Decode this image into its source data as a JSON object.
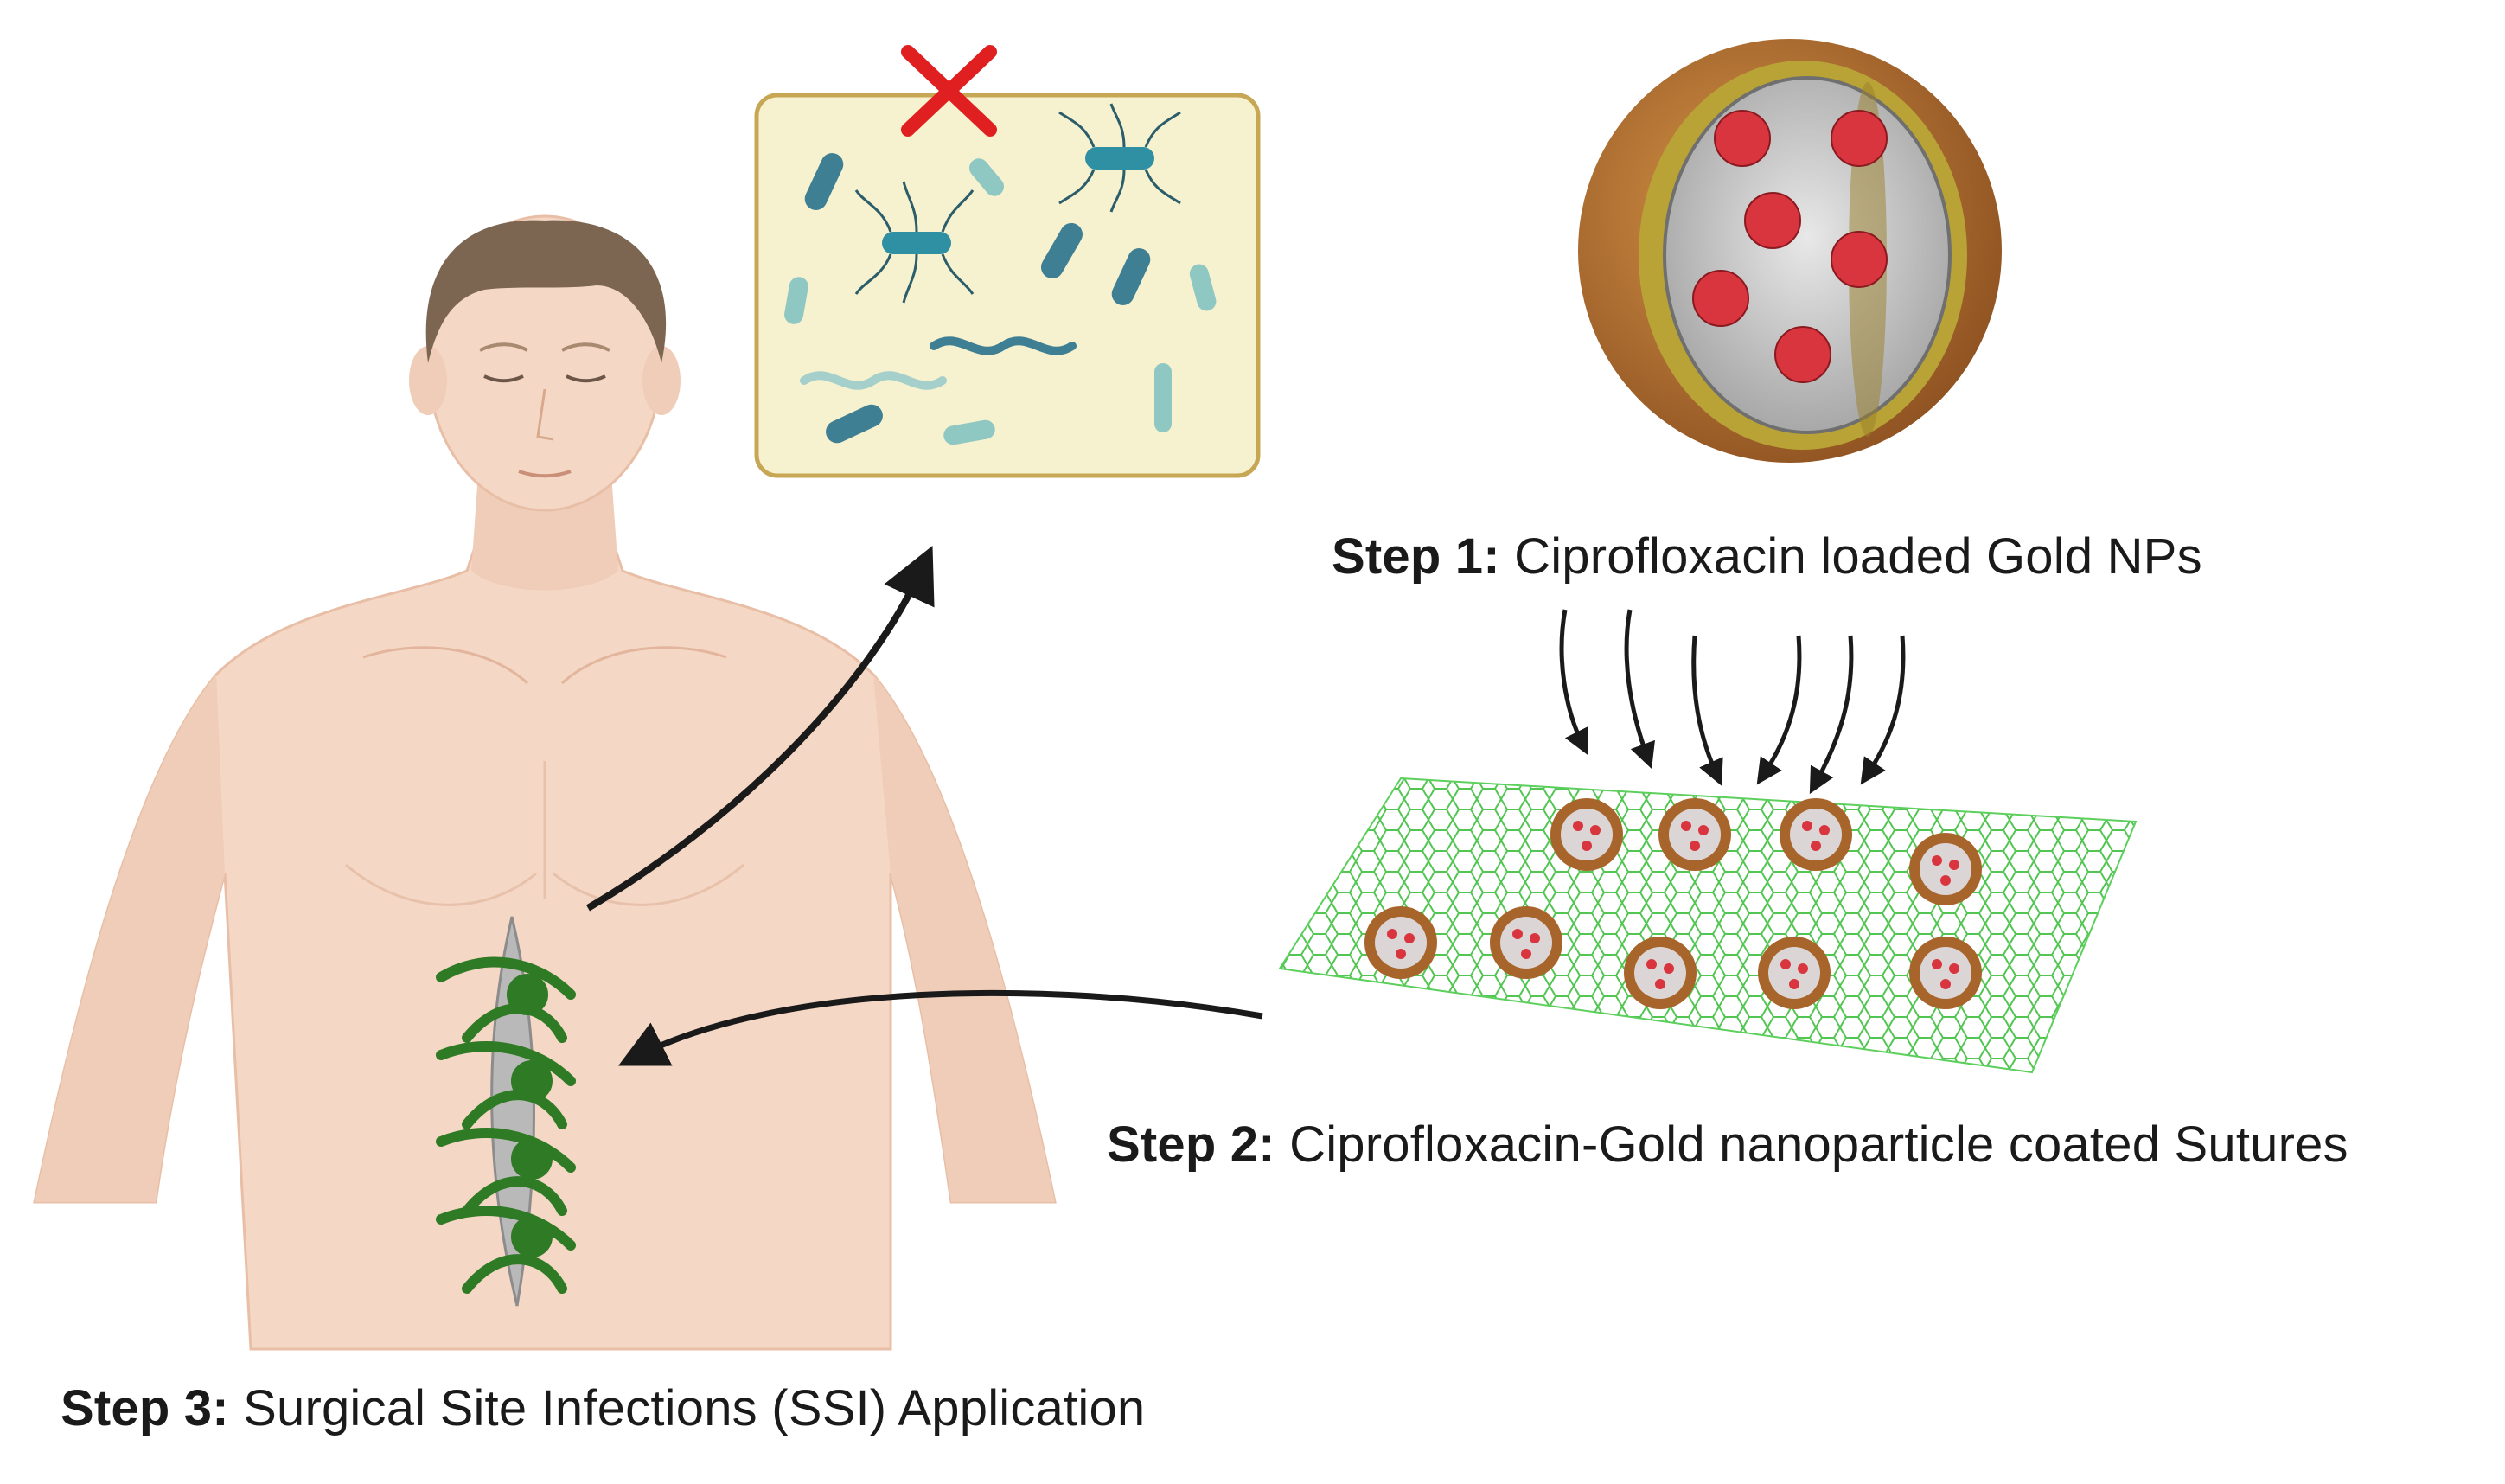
{
  "steps": {
    "step1": {
      "label": "Step 1:",
      "text": "Ciprofloxacin loaded Gold NPs"
    },
    "step2": {
      "label": "Step 2:",
      "text": "Ciprofloxacin-Gold nanoparticle coated Sutures"
    },
    "step3": {
      "label": "Step 3:",
      "text": "Surgical Site Infections (SSI) Application"
    }
  },
  "colors": {
    "skin": "#f4d7c4",
    "skin_shadow": "#e8bfa6",
    "hair": "#7c6652",
    "suture_green": "#2f7a25",
    "mesh_green": "#3fbf3f",
    "gold_shell": "#b9772f",
    "nanoparticle_core": "#c8c8c8",
    "drug_dot": "#d9353f",
    "bacteria_panel": "#f6f1cf",
    "bacteria_panel_border": "#c7a654",
    "cross_red": "#e02020",
    "arrow": "#1a1a1a"
  },
  "icons": {
    "cross": "x-mark-icon"
  }
}
